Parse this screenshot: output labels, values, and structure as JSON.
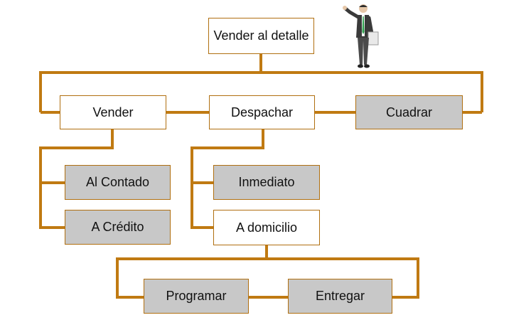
{
  "colors": {
    "connector": "#c07a12",
    "node_border": "#b06f10",
    "node_gray": "#c8c8c8",
    "node_white": "#ffffff"
  },
  "nodes": {
    "root": "Vender al detalle",
    "vender": "Vender",
    "despachar": "Despachar",
    "cuadrar": "Cuadrar",
    "al_contado": "Al Contado",
    "a_credito": "A Crédito",
    "inmediato": "Inmediato",
    "a_domicilio": "A domicilio",
    "programar": "Programar",
    "entregar": "Entregar"
  },
  "decoration": {
    "icon": "businessman-presenting-icon"
  }
}
